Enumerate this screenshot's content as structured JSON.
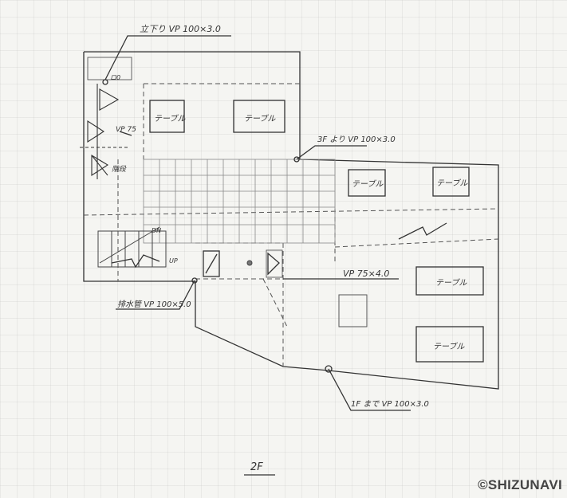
{
  "annotations": {
    "top_left_pipe": "立下り VP 100×3.0",
    "pipe_vp75": "VP 75",
    "stairs_label": "階段",
    "right_pipe": "3F より VP 100×3.0",
    "main_pipe": "VP 75×4.0",
    "bottom_left_pipe": "排水管 VP 100×5.0",
    "bottom_pipe": "1F まで VP 100×3.0",
    "dn_mark": "DN",
    "up_mark": "UP",
    "ro_mark": "ロ0"
  },
  "tables": [
    {
      "label": "テーブル"
    },
    {
      "label": "テーブル"
    },
    {
      "label": "テーブル"
    },
    {
      "label": "テーブル"
    },
    {
      "label": "テーブル"
    },
    {
      "label": "テーブル"
    }
  ],
  "floor_label": "2F",
  "watermark": "©SHIZUNAVI"
}
